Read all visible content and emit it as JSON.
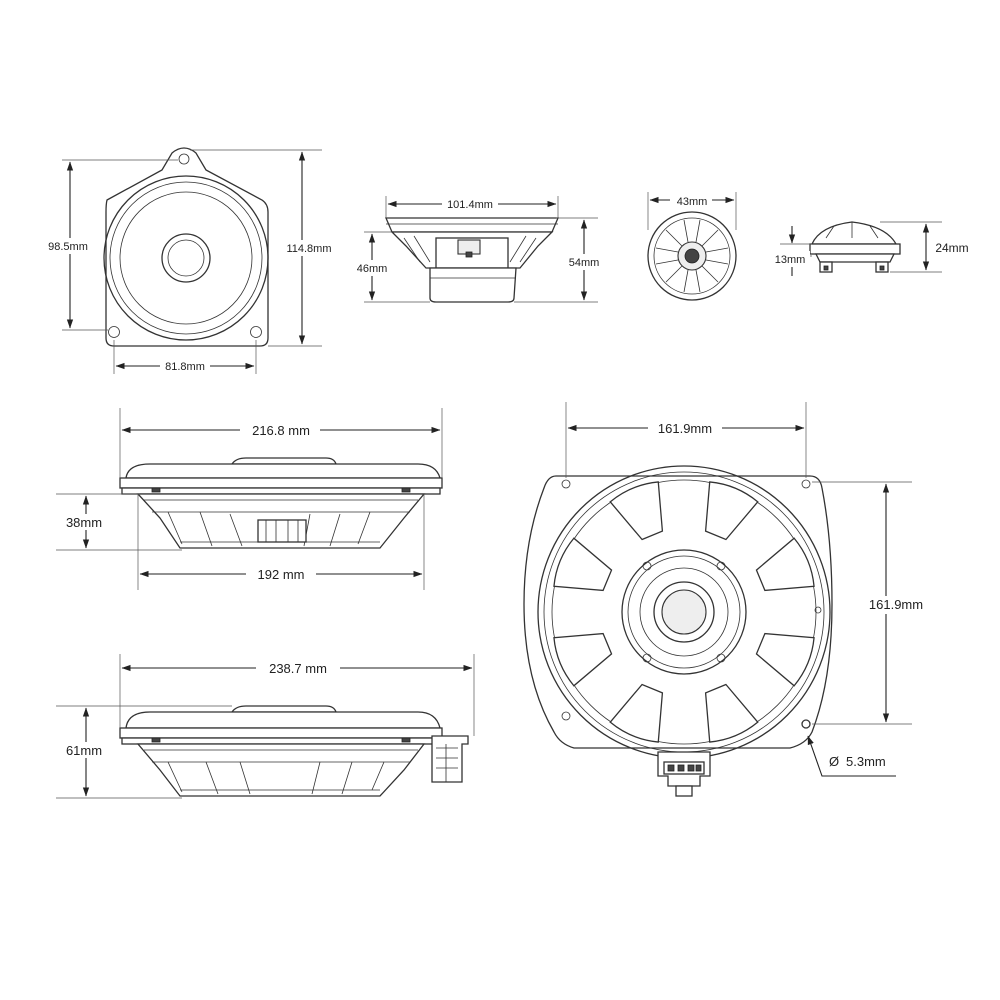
{
  "labels": {
    "mid_height_inner": "98.5mm",
    "mid_height_outer": "114.8mm",
    "mid_hole_span": "81.8mm",
    "mid_side_width": "101.4mm",
    "mid_side_depth": "46mm",
    "mid_side_depth_total": "54mm",
    "tweeter_diameter": "43mm",
    "tweeter_depth": "13mm",
    "tweeter_height": "24mm",
    "sub_side_top_width": "216.8 mm",
    "sub_side_depth": "38mm",
    "sub_side_bottom_width": "192 mm",
    "sub_front_width": "161.9mm",
    "sub_front_height": "161.9mm",
    "sub_hole_diameter": "5.3mm",
    "sub2_width": "238.7 mm",
    "sub2_depth": "61mm"
  },
  "symbols": {
    "diameter": "Ø"
  }
}
